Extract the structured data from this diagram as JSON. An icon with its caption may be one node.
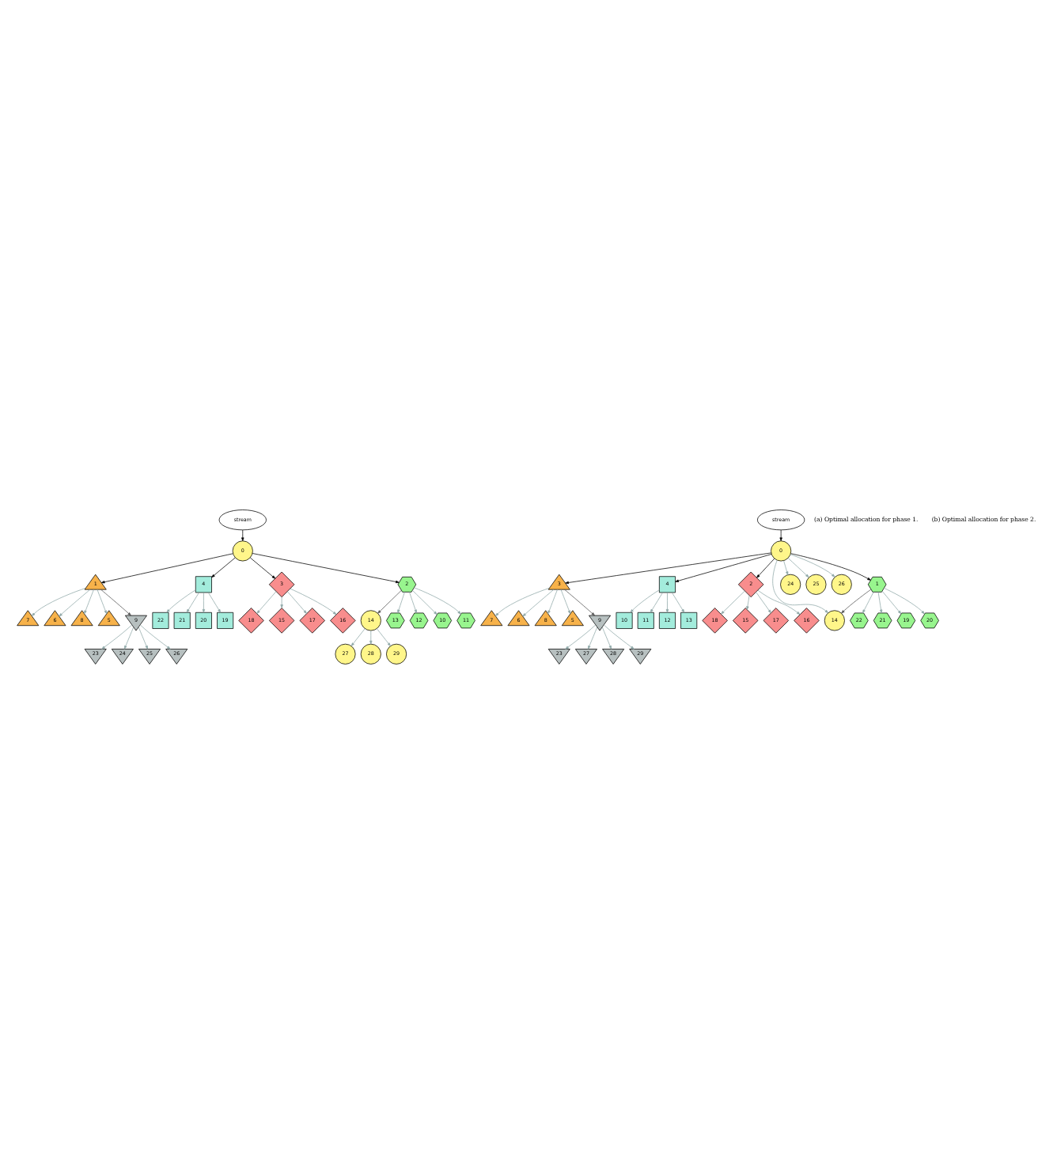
{
  "diagram": {
    "nodes": [
      {
        "text": [
          "stream"
        ]
      },
      {
        "text": [
          "0"
        ]
      },
      {
        "text": [
          "7"
        ]
      },
      {
        "text": [
          "6"
        ]
      },
      {
        "text": [
          "8"
        ]
      },
      {
        "text": [
          "1"
        ]
      },
      {
        "text": [
          "5"
        ]
      },
      {
        "text": [
          "23"
        ]
      },
      {
        "text": [
          "24"
        ]
      },
      {
        "text": [
          "9"
        ]
      },
      {
        "text": [
          "25"
        ]
      },
      {
        "text": [
          "26"
        ]
      },
      {
        "text": [
          "22"
        ]
      },
      {
        "text": [
          "21"
        ]
      },
      {
        "text": [
          "20"
        ]
      },
      {
        "text": [
          "4"
        ]
      },
      {
        "text": [
          "19"
        ]
      },
      {
        "text": [
          "3"
        ]
      },
      {
        "text": [
          "18"
        ]
      },
      {
        "text": [
          "15"
        ]
      },
      {
        "text": [
          "17"
        ]
      },
      {
        "text": [
          "16"
        ]
      },
      {
        "text": [
          "27"
        ]
      },
      {
        "text": [
          "14"
        ]
      },
      {
        "text": [
          "28"
        ]
      },
      {
        "text": [
          "29"
        ]
      },
      {
        "text": [
          "2"
        ]
      },
      {
        "text": [
          "13"
        ]
      },
      {
        "text": [
          "12"
        ]
      },
      {
        "text": [
          "10"
        ]
      },
      {
        "text": [
          "11"
        ]
      },
      {
        "text": [
          "stream"
        ]
      },
      {
        "text": [
          "0"
        ]
      },
      {
        "text": [
          "7"
        ]
      },
      {
        "text": [
          "6"
        ]
      },
      {
        "text": [
          "8"
        ]
      },
      {
        "text": [
          "3"
        ]
      },
      {
        "text": [
          "5"
        ]
      },
      {
        "text": [
          "23"
        ]
      },
      {
        "text": [
          "27"
        ]
      },
      {
        "text": [
          "9"
        ]
      },
      {
        "text": [
          "28"
        ]
      },
      {
        "text": [
          "29"
        ]
      },
      {
        "text": [
          "10"
        ]
      },
      {
        "text": [
          "11"
        ]
      },
      {
        "text": [
          "12"
        ]
      },
      {
        "text": [
          "4"
        ]
      },
      {
        "text": [
          "13"
        ]
      },
      {
        "text": [
          "2"
        ]
      },
      {
        "text": [
          "18"
        ]
      },
      {
        "text": [
          "15"
        ]
      },
      {
        "text": [
          "17"
        ]
      },
      {
        "text": [
          "16"
        ]
      },
      {
        "text": [
          "14"
        ]
      },
      {
        "text": [
          "24"
        ]
      },
      {
        "text": [
          "25"
        ]
      },
      {
        "text": [
          "26"
        ]
      },
      {
        "text": [
          "1"
        ]
      },
      {
        "text": [
          "22"
        ]
      },
      {
        "text": [
          "21"
        ]
      },
      {
        "text": [
          "19"
        ]
      },
      {
        "text": [
          "20"
        ]
      }
    ],
    "edges": [
      {
        "from": 0,
        "to": 1,
        "arrow": "to",
        "color": "#000000"
      },
      {
        "from": 1,
        "to": 5,
        "arrow": "to",
        "color": "#000000"
      },
      {
        "from": 1,
        "to": 15,
        "arrow": "to",
        "color": "#000000"
      },
      {
        "from": 1,
        "to": 17,
        "arrow": "to",
        "color": "#000000"
      },
      {
        "from": 1,
        "to": 26,
        "arrow": "to",
        "color": "#000000"
      },
      {
        "from": 26,
        "to": 23,
        "arrow": "to",
        "color": "#555555"
      },
      {
        "from": 5,
        "to": 9,
        "arrow": "to",
        "color": "#555555"
      },
      {
        "from": 5,
        "to": 2,
        "arrow": "to"
      },
      {
        "from": 5,
        "to": 3,
        "arrow": "to"
      },
      {
        "from": 5,
        "to": 4,
        "arrow": "to"
      },
      {
        "from": 5,
        "to": 6,
        "arrow": "to"
      },
      {
        "from": 9,
        "to": 7,
        "arrow": "to"
      },
      {
        "from": 9,
        "to": 8,
        "arrow": "to"
      },
      {
        "from": 9,
        "to": 10,
        "arrow": "to"
      },
      {
        "from": 9,
        "to": 11,
        "arrow": "to"
      },
      {
        "from": 15,
        "to": 12,
        "arrow": "to"
      },
      {
        "from": 15,
        "to": 13,
        "arrow": "to"
      },
      {
        "from": 15,
        "to": 14,
        "arrow": "to"
      },
      {
        "from": 15,
        "to": 16,
        "arrow": "to"
      },
      {
        "from": 17,
        "to": 18,
        "arrow": "to"
      },
      {
        "from": 17,
        "to": 19,
        "arrow": "to"
      },
      {
        "from": 17,
        "to": 20,
        "arrow": "to"
      },
      {
        "from": 17,
        "to": 21,
        "arrow": "to"
      },
      {
        "from": 26,
        "to": 27,
        "arrow": "to"
      },
      {
        "from": 26,
        "to": 28,
        "arrow": "to"
      },
      {
        "from": 26,
        "to": 29,
        "arrow": "to"
      },
      {
        "from": 26,
        "to": 30,
        "arrow": "to"
      },
      {
        "from": 23,
        "to": 22,
        "arrow": "to"
      },
      {
        "from": 23,
        "to": 24,
        "arrow": "to"
      },
      {
        "from": 23,
        "to": 25,
        "arrow": "to"
      },
      {
        "from": 31,
        "to": 32,
        "arrow": "to",
        "color": "#000000"
      },
      {
        "from": 32,
        "to": 36,
        "arrow": "to",
        "color": "#000000"
      },
      {
        "from": 32,
        "to": 46,
        "arrow": "to",
        "color": "#000000"
      },
      {
        "from": 32,
        "to": 48,
        "arrow": "to",
        "color": "#000000"
      },
      {
        "from": 32,
        "to": 57,
        "arrow": "to",
        "color": "#000000"
      },
      {
        "from": 57,
        "to": 53,
        "arrow": "to",
        "color": "#555555"
      },
      {
        "from": 36,
        "to": 40,
        "arrow": "to",
        "color": "#555555"
      },
      {
        "from": 36,
        "to": 33,
        "arrow": "to"
      },
      {
        "from": 36,
        "to": 34,
        "arrow": "to"
      },
      {
        "from": 36,
        "to": 35,
        "arrow": "to"
      },
      {
        "from": 36,
        "to": 37,
        "arrow": "to"
      },
      {
        "from": 40,
        "to": 38,
        "arrow": "to"
      },
      {
        "from": 40,
        "to": 39,
        "arrow": "to"
      },
      {
        "from": 40,
        "to": 41,
        "arrow": "to"
      },
      {
        "from": 40,
        "to": 42,
        "arrow": "to"
      },
      {
        "from": 46,
        "to": 43,
        "arrow": "to"
      },
      {
        "from": 46,
        "to": 44,
        "arrow": "to"
      },
      {
        "from": 46,
        "to": 45,
        "arrow": "to"
      },
      {
        "from": 46,
        "to": 47,
        "arrow": "to"
      },
      {
        "from": 48,
        "to": 49,
        "arrow": "to"
      },
      {
        "from": 48,
        "to": 50,
        "arrow": "to"
      },
      {
        "from": 48,
        "to": 51,
        "arrow": "to"
      },
      {
        "from": 48,
        "to": 52,
        "arrow": "to"
      },
      {
        "from": 57,
        "to": 58,
        "arrow": "to"
      },
      {
        "from": 57,
        "to": 59,
        "arrow": "to"
      },
      {
        "from": 57,
        "to": 60,
        "arrow": "to"
      },
      {
        "from": 57,
        "to": 61,
        "arrow": "to"
      },
      {
        "from": 32,
        "to": 53,
        "arrow": "to"
      },
      {
        "from": 32,
        "to": 54,
        "arrow": "to"
      },
      {
        "from": 32,
        "to": 55,
        "arrow": "to"
      },
      {
        "from": 32,
        "to": 56,
        "arrow": "to"
      }
    ],
    "labels": [
      "(a) Optimal allocation for phase 1.",
      "(b) Optimal allocation for phase 2."
    ]
  }
}
